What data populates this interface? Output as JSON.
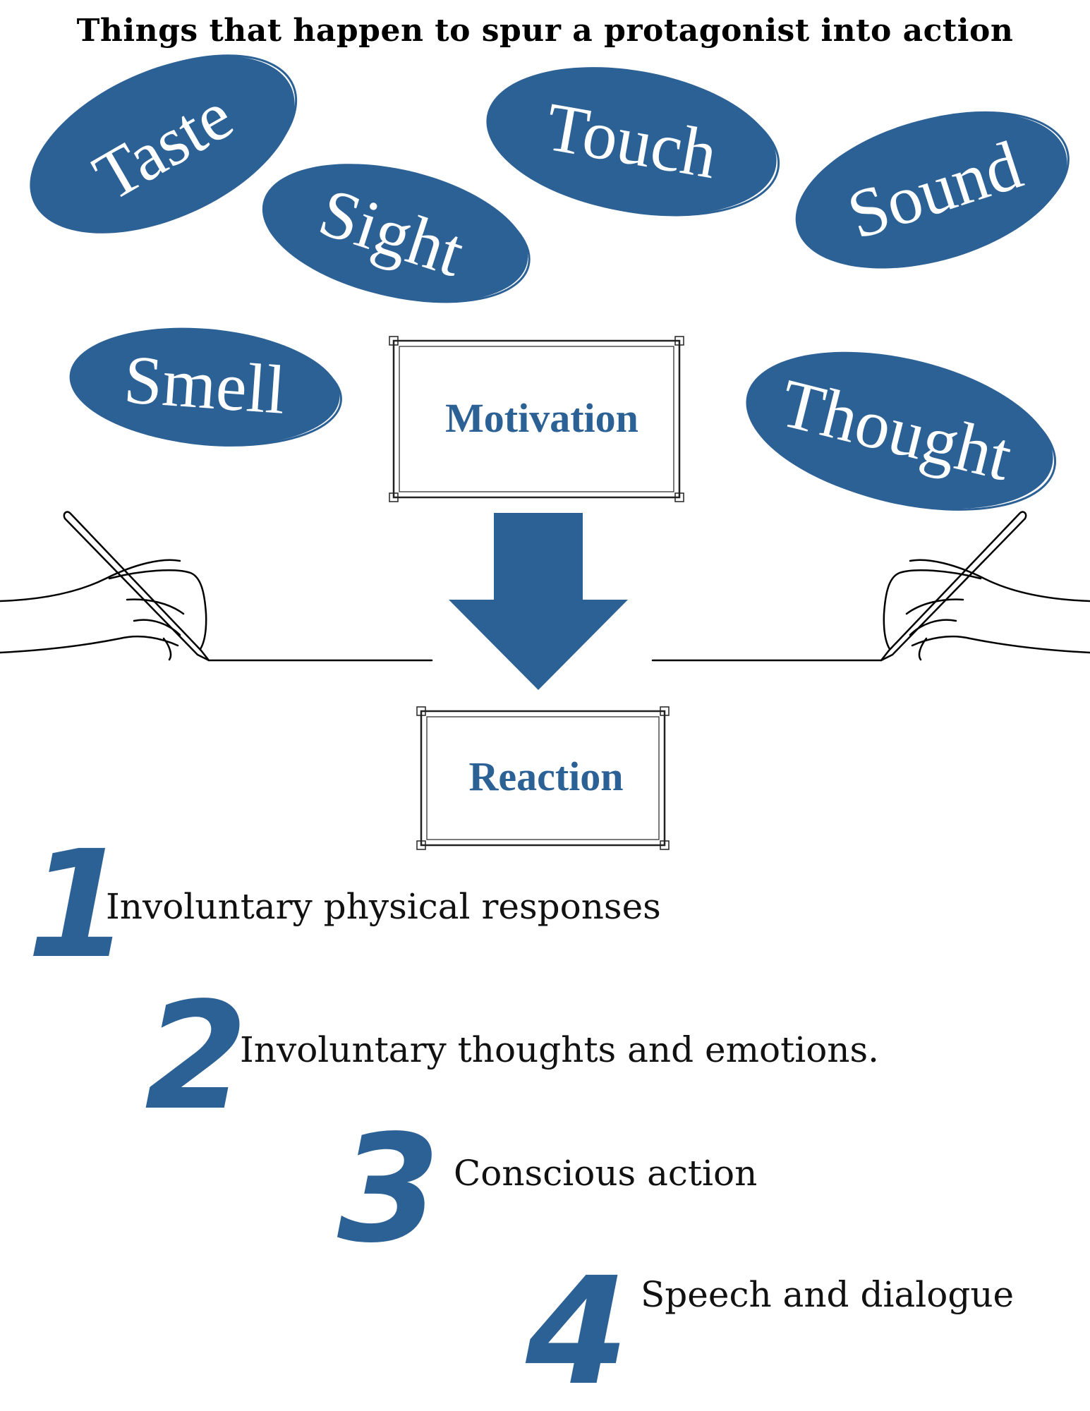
{
  "title": "Things that happen to spur a protagonist into action",
  "colors": {
    "accent": "#2c6196",
    "ink": "#111111",
    "background": "#ffffff"
  },
  "senses": [
    "Taste",
    "Sight",
    "Touch",
    "Sound",
    "Smell",
    "Thought"
  ],
  "motivation_label": "Motivation",
  "reaction_label": "Reaction",
  "steps": [
    {
      "number": "1",
      "text": "Involuntary physical responses"
    },
    {
      "number": "2",
      "text": "Involuntary thoughts and emotions."
    },
    {
      "number": "3",
      "text": "Conscious action"
    },
    {
      "number": "4",
      "text": "Speech and dialogue"
    }
  ],
  "icons": [
    "hand-writing-left-icon",
    "hand-writing-right-icon",
    "down-arrow-icon"
  ]
}
